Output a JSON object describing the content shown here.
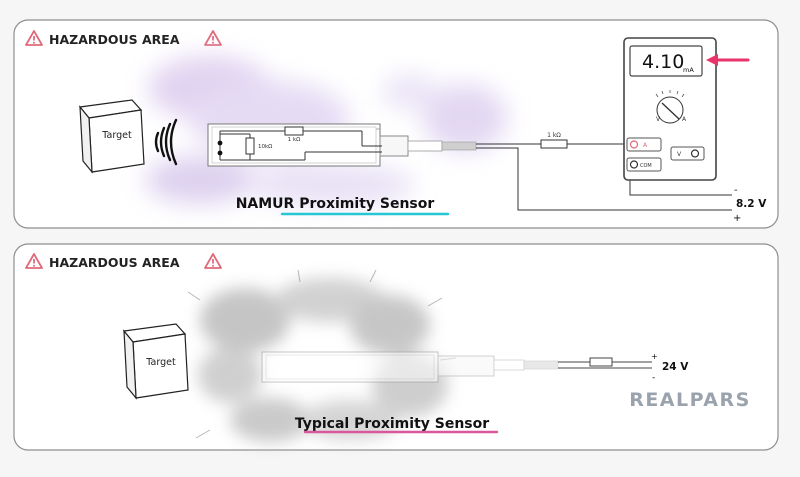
{
  "panels": [
    {
      "heading": "HAZARDOUS AREA",
      "target_label": "Target",
      "resistor_internal_left": "10kΩ",
      "resistor_internal_top": "1 kΩ",
      "resistor_external": "1 kΩ",
      "sensor_caption": "NAMUR Proximity Sensor",
      "meter": {
        "reading": "4.10",
        "unit": "mA",
        "port_a": "A",
        "port_com": "COM",
        "port_v": "V",
        "dial_v": "V",
        "dial_a": "A"
      },
      "supply": {
        "minus": "-",
        "voltage": "8.2 V",
        "plus": "+"
      }
    },
    {
      "heading": "HAZARDOUS AREA",
      "target_label": "Target",
      "sensor_caption": "Typical Proximity Sensor",
      "supply": {
        "plus": "+",
        "voltage": "24 V",
        "minus": "-"
      }
    }
  ],
  "brand": "REALPARS",
  "colors": {
    "hazard": "#e06a7a",
    "arrow": "#e8336b",
    "underline_cyan": "#25c7d4",
    "underline_pink": "#d8589a",
    "cloud_purple": "#d7c5ec",
    "smoke_gray": "#b7b7b7",
    "line": "#444444",
    "brand": "#9aa3ad"
  },
  "icons": [
    "hazard-icon",
    "warning-triangle-icon",
    "signal-waves-icon",
    "arrow-icon",
    "dial-icon"
  ]
}
